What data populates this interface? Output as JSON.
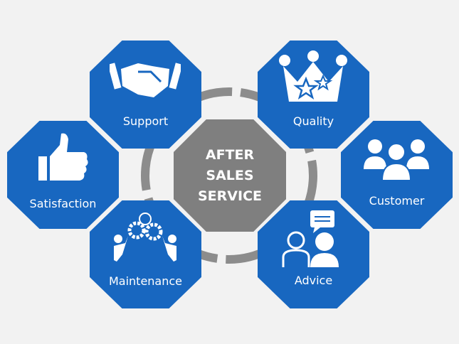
{
  "center": {
    "line1": "AFTER",
    "line2": "SALES",
    "line3": "SERVICE"
  },
  "nodes": {
    "support": {
      "label": "Support",
      "icon": "handshake-icon"
    },
    "quality": {
      "label": "Quality",
      "icon": "crown-icon"
    },
    "satisfaction": {
      "label": "Satisfaction",
      "icon": "thumbs-up-icon"
    },
    "customer": {
      "label": "Customer",
      "icon": "people-icon"
    },
    "maintenance": {
      "label": "Maintenance",
      "icon": "gears-people-icon"
    },
    "advice": {
      "label": "Advice",
      "icon": "speech-people-icon"
    }
  },
  "colors": {
    "blue": "#1867c0",
    "grey": "#7f7f7f",
    "ring": "#8c8c8c",
    "background": "#f2f2f2"
  }
}
